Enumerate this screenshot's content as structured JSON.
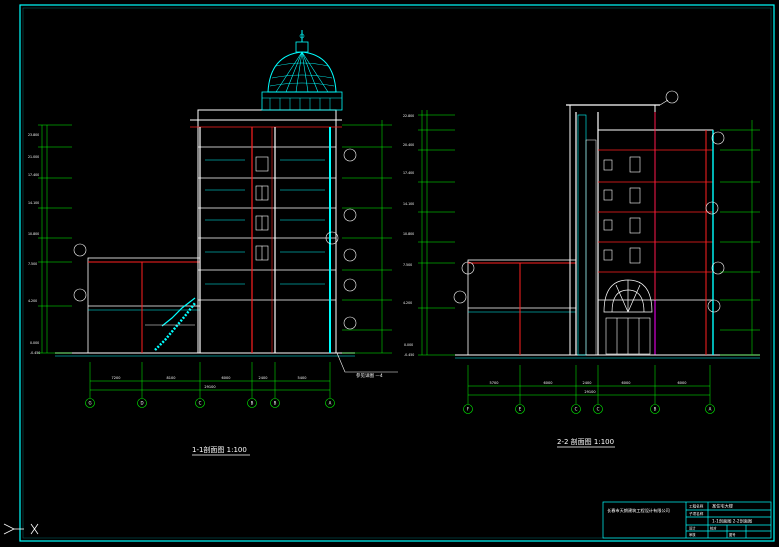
{
  "titles": {
    "section_1": "1-1剖面图  1:100",
    "section_2": "2-2 剖面图  1:100"
  },
  "left_axes": [
    "G",
    "D",
    "C",
    "B",
    "B",
    "A"
  ],
  "right_axes": [
    "F",
    "E",
    "C",
    "C",
    "B",
    "A"
  ],
  "left_dims": {
    "spans": [
      "7200",
      "8100",
      "6000",
      "2400",
      "5400"
    ],
    "total": "29100"
  },
  "right_dims": {
    "spans": [
      "5700",
      "6000",
      "2400",
      "6000",
      "6000"
    ],
    "total": "29100"
  },
  "left_levels": [
    "23.800",
    "21.000",
    "17.400",
    "14.100",
    "10.800",
    "7.500",
    "4.200",
    "0.000",
    "-0.450"
  ],
  "right_levels": [
    "22.800",
    "20.400",
    "17.400",
    "14.100",
    "10.800",
    "7.500",
    "4.200",
    "0.000",
    "-0.450"
  ],
  "detail_note": "参见详图 —4",
  "title_block": {
    "company": "长春市天朗建筑工程设计有限公司",
    "project": "某住宅大楼",
    "drawing": "1-1剖面图  2-2剖面图",
    "labels": [
      "工程名称",
      "子项名称",
      "设计",
      "校对",
      "审核",
      "图号"
    ]
  },
  "colors": {
    "frame": "#00ffff",
    "grid": "#00ff00",
    "structure": "#ffffff",
    "columns": "#ff2020",
    "dome": "#00ffff",
    "accent": "#ff00ff"
  }
}
